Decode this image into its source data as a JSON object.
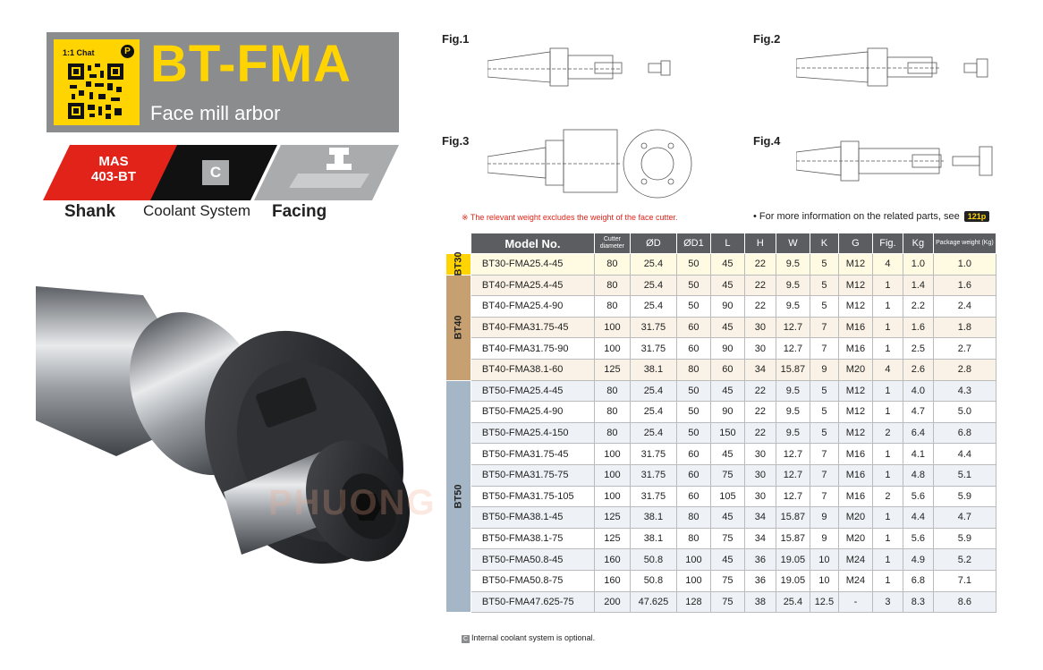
{
  "header": {
    "qr_label": "1:1 Chat",
    "qr_badge": "P",
    "title": "BT-FMA",
    "subtitle": "Face mill arbor"
  },
  "specs": {
    "mas_line1": "MAS",
    "mas_line2": "403-BT",
    "coolant_badge": "C",
    "labels": [
      "Shank",
      "Coolant System",
      "Facing"
    ]
  },
  "figures": [
    "Fig.1",
    "Fig.2",
    "Fig.3",
    "Fig.4"
  ],
  "notes": {
    "weight_note": "※ The relevant weight excludes the weight of the face cutter.",
    "more_info": "• For more information on the related parts, see",
    "page_ref": "121p"
  },
  "table": {
    "headers": [
      "Model No.",
      "Cutter diameter",
      "ØD",
      "ØD1",
      "L",
      "H",
      "W",
      "K",
      "G",
      "Fig.",
      "Kg",
      "Package weight (Kg)"
    ],
    "groups": [
      {
        "name": "BT30",
        "rows": [
          [
            "BT30-FMA25.4-45",
            "80",
            "25.4",
            "50",
            "45",
            "22",
            "9.5",
            "5",
            "M12",
            "4",
            "1.0",
            "1.0"
          ]
        ]
      },
      {
        "name": "BT40",
        "rows": [
          [
            "BT40-FMA25.4-45",
            "80",
            "25.4",
            "50",
            "45",
            "22",
            "9.5",
            "5",
            "M12",
            "1",
            "1.4",
            "1.6"
          ],
          [
            "BT40-FMA25.4-90",
            "80",
            "25.4",
            "50",
            "90",
            "22",
            "9.5",
            "5",
            "M12",
            "1",
            "2.2",
            "2.4"
          ],
          [
            "BT40-FMA31.75-45",
            "100",
            "31.75",
            "60",
            "45",
            "30",
            "12.7",
            "7",
            "M16",
            "1",
            "1.6",
            "1.8"
          ],
          [
            "BT40-FMA31.75-90",
            "100",
            "31.75",
            "60",
            "90",
            "30",
            "12.7",
            "7",
            "M16",
            "1",
            "2.5",
            "2.7"
          ],
          [
            "BT40-FMA38.1-60",
            "125",
            "38.1",
            "80",
            "60",
            "34",
            "15.87",
            "9",
            "M20",
            "4",
            "2.6",
            "2.8"
          ]
        ]
      },
      {
        "name": "BT50",
        "rows": [
          [
            "BT50-FMA25.4-45",
            "80",
            "25.4",
            "50",
            "45",
            "22",
            "9.5",
            "5",
            "M12",
            "1",
            "4.0",
            "4.3"
          ],
          [
            "BT50-FMA25.4-90",
            "80",
            "25.4",
            "50",
            "90",
            "22",
            "9.5",
            "5",
            "M12",
            "1",
            "4.7",
            "5.0"
          ],
          [
            "BT50-FMA25.4-150",
            "80",
            "25.4",
            "50",
            "150",
            "22",
            "9.5",
            "5",
            "M12",
            "2",
            "6.4",
            "6.8"
          ],
          [
            "BT50-FMA31.75-45",
            "100",
            "31.75",
            "60",
            "45",
            "30",
            "12.7",
            "7",
            "M16",
            "1",
            "4.1",
            "4.4"
          ],
          [
            "BT50-FMA31.75-75",
            "100",
            "31.75",
            "60",
            "75",
            "30",
            "12.7",
            "7",
            "M16",
            "1",
            "4.8",
            "5.1"
          ],
          [
            "BT50-FMA31.75-105",
            "100",
            "31.75",
            "60",
            "105",
            "30",
            "12.7",
            "7",
            "M16",
            "2",
            "5.6",
            "5.9"
          ],
          [
            "BT50-FMA38.1-45",
            "125",
            "38.1",
            "80",
            "45",
            "34",
            "15.87",
            "9",
            "M20",
            "1",
            "4.4",
            "4.7"
          ],
          [
            "BT50-FMA38.1-75",
            "125",
            "38.1",
            "80",
            "75",
            "34",
            "15.87",
            "9",
            "M20",
            "1",
            "5.6",
            "5.9"
          ],
          [
            "BT50-FMA50.8-45",
            "160",
            "50.8",
            "100",
            "45",
            "36",
            "19.05",
            "10",
            "M24",
            "1",
            "4.9",
            "5.2"
          ],
          [
            "BT50-FMA50.8-75",
            "160",
            "50.8",
            "100",
            "75",
            "36",
            "19.05",
            "10",
            "M24",
            "1",
            "6.8",
            "7.1"
          ],
          [
            "BT50-FMA47.625-75",
            "200",
            "47.625",
            "128",
            "75",
            "38",
            "25.4",
            "12.5",
            "-",
            "3",
            "8.3",
            "8.6"
          ]
        ]
      }
    ]
  },
  "footnote": {
    "badge": "C",
    "text": "Internal coolant system is optional."
  },
  "watermark": "PHUONG TIEN TEK",
  "colors": {
    "banner_gray": "#8a8c8e",
    "brand_yellow": "#ffd400",
    "mas_red": "#e2231a",
    "header_gray": "#5b5d60",
    "bt40_tan": "#c6a071",
    "bt50_blue": "#a5b6c6"
  }
}
